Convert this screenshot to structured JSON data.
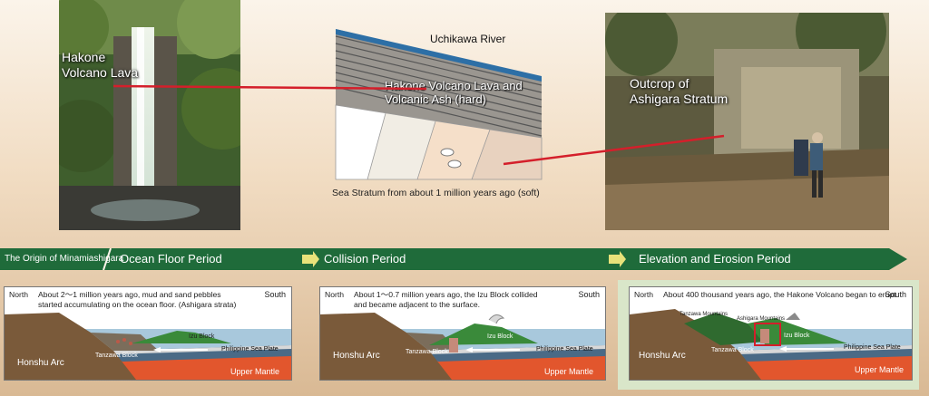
{
  "photos": {
    "waterfall": {
      "label_line1": "Hakone",
      "label_line2": "Volcano Lava"
    },
    "outcrop": {
      "label_line1": "Outcrop of",
      "label_line2": "Ashigara Stratum"
    }
  },
  "strata": {
    "river": "Uchikawa River",
    "lava_line1": "Hakone Volcano Lava and",
    "lava_line2": "Volcanic Ash (hard)",
    "sea": "Sea Stratum from about 1 million years ago (soft)"
  },
  "timeline": {
    "title": "The Origin of Minamiashigara",
    "periods": [
      "Ocean Floor Period",
      "Collision Period",
      "Elevation and Erosion Period"
    ]
  },
  "panels": [
    {
      "north": "North",
      "text_line1": "About 2～1 million years ago, mud and sand pebbles",
      "text_line2": "started accumulating on the ocean floor. (Ashigara strata)",
      "south": "South",
      "arc": "Honshu Arc",
      "tanzawa": "Tanzawa Block",
      "izu": "Izu Block",
      "plate": "Philippine Sea Plate",
      "mantle": "Upper Mantle"
    },
    {
      "north": "North",
      "text_line1": "About 1～0.7 million years ago, the Izu Block collided",
      "text_line2": "and became adjacent to the surface.",
      "south": "South",
      "arc": "Honshu Arc",
      "tanzawa": "Tanzawa Block",
      "izu": "Izu Block",
      "plate": "Philippine Sea Plate",
      "mantle": "Upper Mantle"
    },
    {
      "north": "North",
      "text_line1": "About 400 thousand years ago, the Hakone Volcano began to erupt.",
      "south": "South",
      "tanzawa_mtns": "Tanzawa Mountains",
      "ashigara_mtns": "Ashigara Mountains",
      "arc": "Honshu Arc",
      "tanzawa": "Tanzawa Block",
      "izu": "Izu Block",
      "plate": "Philippine Sea Plate",
      "mantle": "Upper Mantle"
    }
  ],
  "colors": {
    "timeline_green": "#1f6b3a",
    "arrow_yellow": "#e8e27a",
    "connector_red": "#d41f2b"
  }
}
